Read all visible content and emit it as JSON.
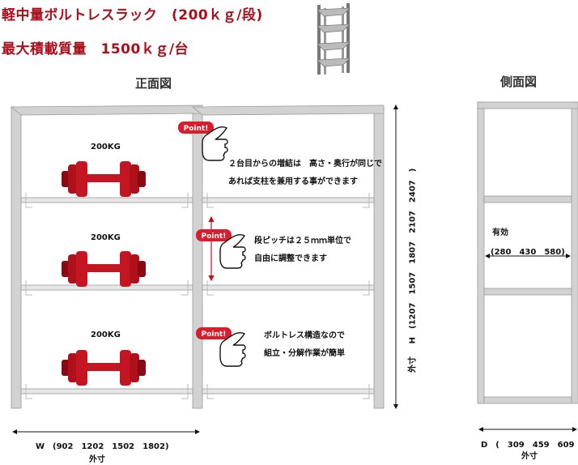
{
  "header": {
    "title_line1": "軽中量ボルトレスラック　(200ｋｇ/段)",
    "title_line2": "最大積載質量　1500ｋｇ/台"
  },
  "views": {
    "front_label": "正面図",
    "side_label": "側面図"
  },
  "front": {
    "shelf_load_label": "200KG",
    "points": [
      {
        "badge": "Point!",
        "lines": [
          "２台目からの増結は　高さ・奥行が同じで",
          "あれば支柱を兼用する事ができます"
        ]
      },
      {
        "badge": "Point!",
        "lines": [
          "段ピッチは２５ｍｍ単位で",
          "自由に調整できます"
        ]
      },
      {
        "badge": "Point!",
        "lines": [
          "ボルトレス構造なので",
          "組立・分解作業が簡単"
        ]
      }
    ]
  },
  "dimensions": {
    "width": "W　(902　1202　1502　1802)",
    "width_note": "外寸",
    "height": "H　(1207　1507　1807　2107　2407　)",
    "height_note": "外寸",
    "depth": "D　(　309　459　609　)",
    "depth_note": "外寸",
    "effective_label": "有効",
    "effective_values": "(280　430　580)"
  },
  "colors": {
    "title_red": "#a8101c",
    "frame_gray": "#c8c8c8",
    "dumbbell_red": "#b0101c",
    "point_badge": "#d81e2c"
  }
}
